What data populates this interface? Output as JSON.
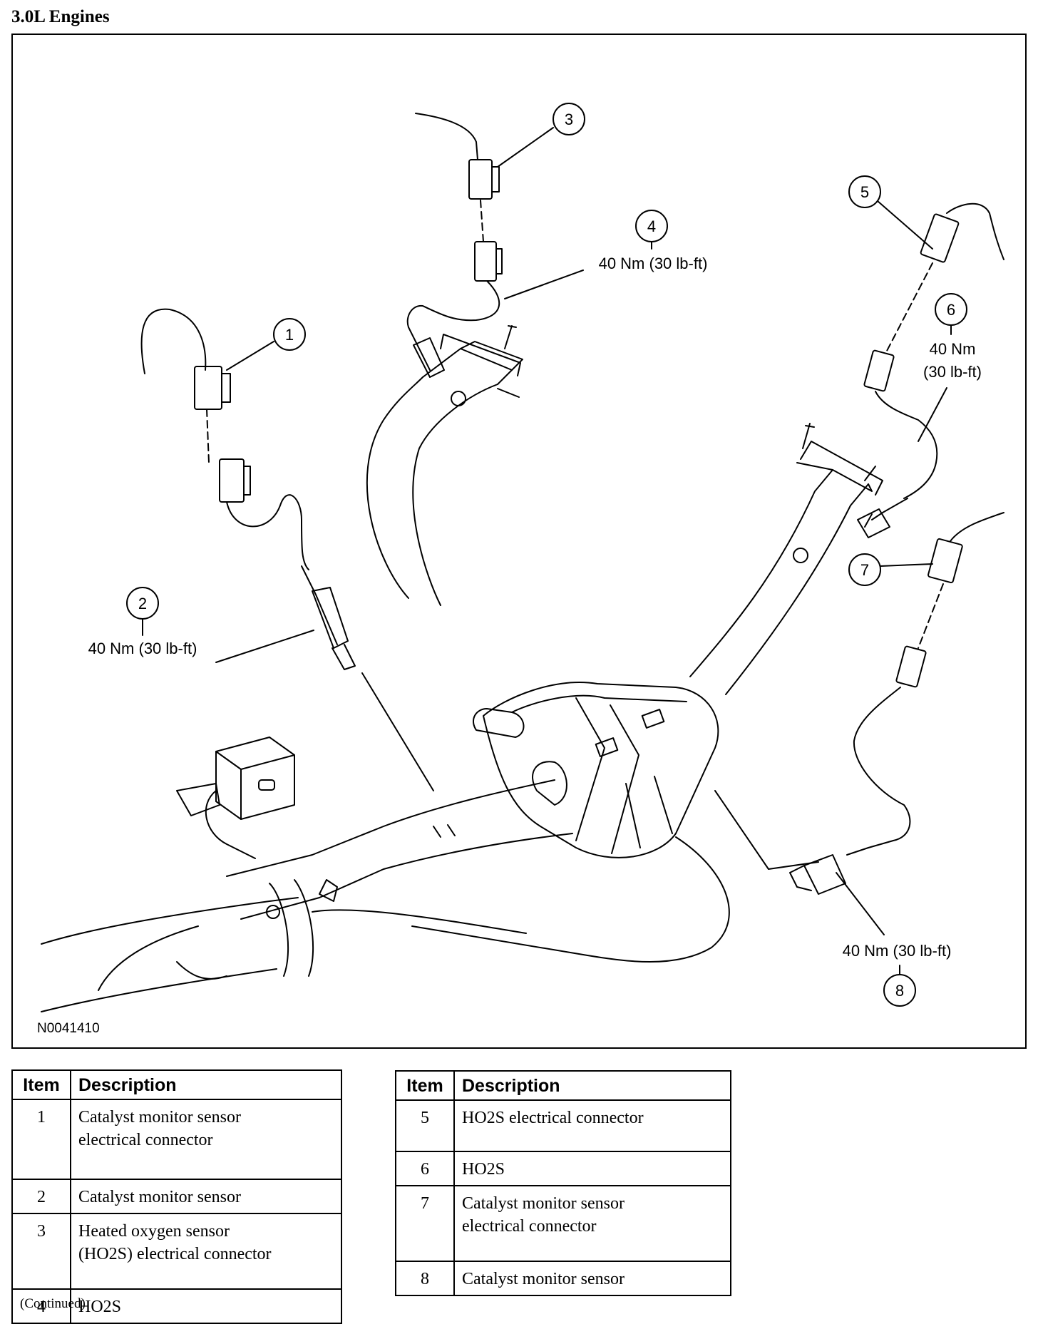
{
  "header": {
    "title": "3.0L Engines"
  },
  "figure": {
    "id": "N0041410",
    "callouts": [
      {
        "number": "1",
        "torque": ""
      },
      {
        "number": "2",
        "torque": "40 Nm (30 lb-ft)"
      },
      {
        "number": "3",
        "torque": ""
      },
      {
        "number": "4",
        "torque": "40 Nm (30 lb-ft)"
      },
      {
        "number": "5",
        "torque": ""
      },
      {
        "number": "6",
        "torque_line1": "40 Nm",
        "torque_line2": "(30 lb-ft)"
      },
      {
        "number": "7",
        "torque": ""
      },
      {
        "number": "8",
        "torque": "40 Nm (30 lb-ft)"
      }
    ]
  },
  "tables": [
    {
      "header_item": "Item",
      "header_desc": "Description",
      "rows": [
        {
          "item": "1",
          "desc_line1": "Catalyst monitor sensor",
          "desc_line2": "electrical connector"
        },
        {
          "item": "2",
          "desc_line1": "Catalyst monitor sensor",
          "desc_line2": ""
        },
        {
          "item": "3",
          "desc_line1": "Heated oxygen sensor",
          "desc_line2": "(HO2S) electrical connector"
        },
        {
          "item": "4",
          "desc_line1": "HO2S",
          "desc_line2": ""
        }
      ]
    },
    {
      "header_item": "Item",
      "header_desc": "Description",
      "rows": [
        {
          "item": "5",
          "desc_line1": "HO2S electrical connector",
          "desc_line2": ""
        },
        {
          "item": "6",
          "desc_line1": "HO2S",
          "desc_line2": ""
        },
        {
          "item": "7",
          "desc_line1": "Catalyst monitor sensor",
          "desc_line2": "electrical connector"
        },
        {
          "item": "8",
          "desc_line1": "Catalyst monitor sensor",
          "desc_line2": ""
        }
      ]
    }
  ],
  "footer": {
    "continued": "(Continued)"
  }
}
